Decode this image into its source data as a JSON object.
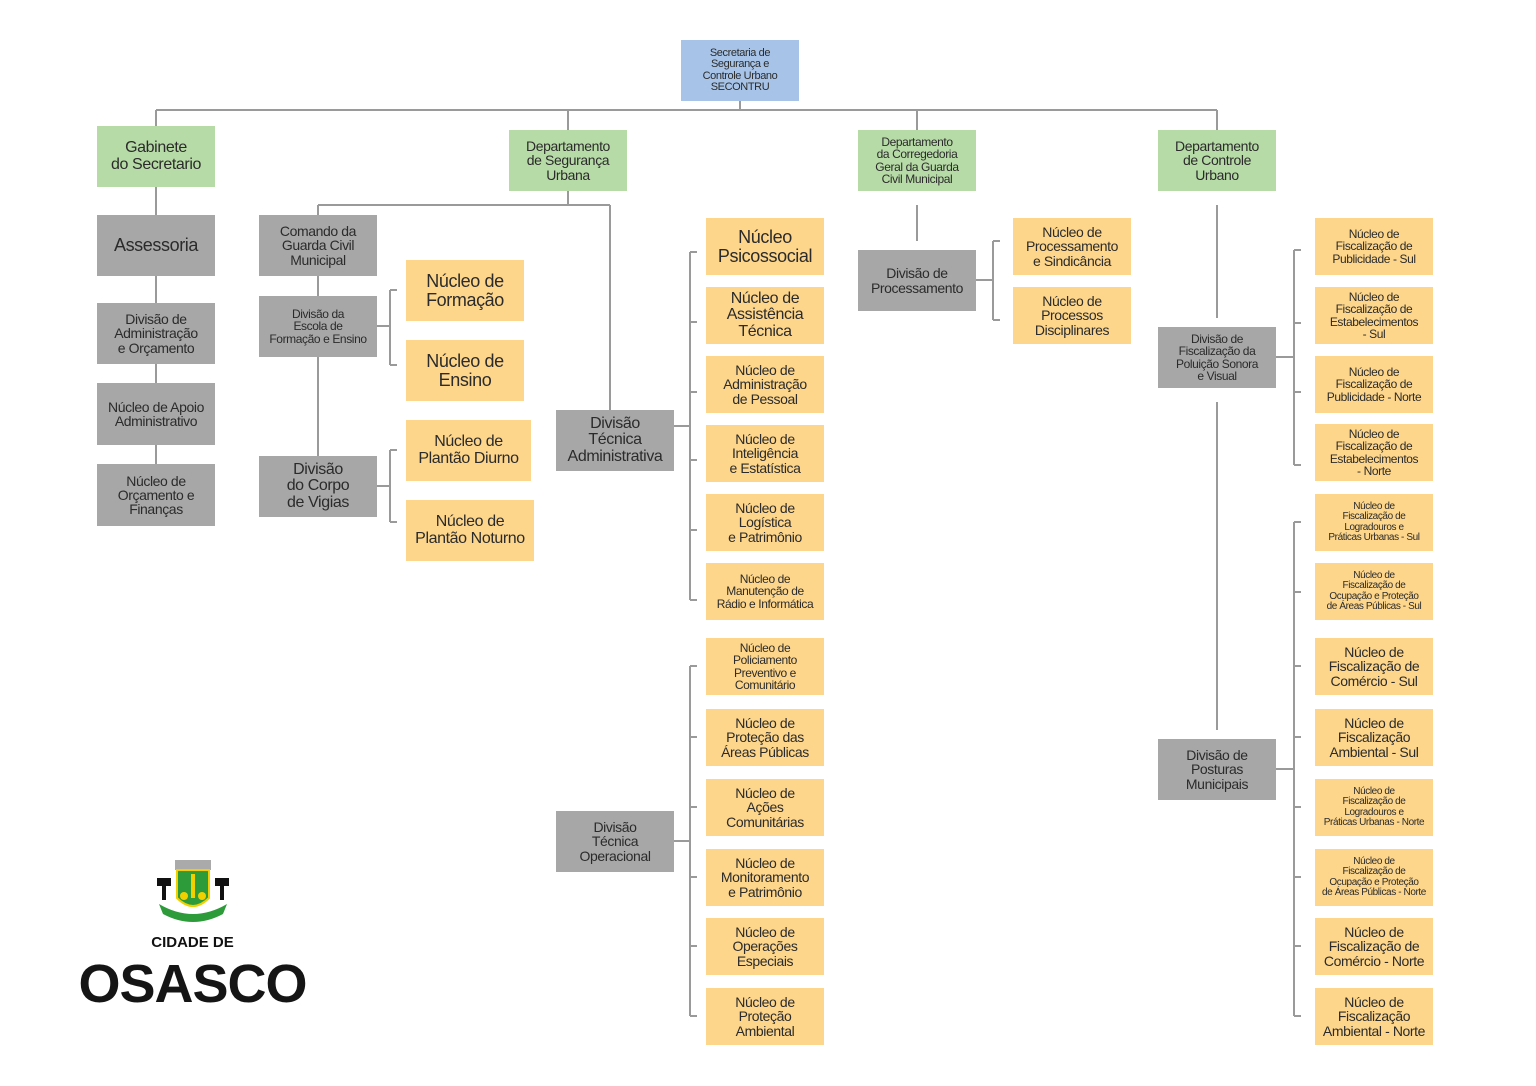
{
  "colors": {
    "root": "#a7c4e8",
    "department": "#b7dba7",
    "division": "#a7a7a7",
    "nucleus": "#fdd68b",
    "line": "#9a9a9a"
  },
  "nodes": {
    "root": "Secretaria de\nSegurança e\nControle Urbano\nSECONTRU",
    "gabinete": "Gabinete\ndo Secretario",
    "dsu": "Departamento\nde Segurança\nUrbana",
    "dcg": "Departamento\nda Corregedoria\nGeral da Guarda\nCivil Municipal",
    "dcu": "Departamento\nde Controle\nUrbano",
    "assessoria": "Assessoria",
    "div_adm_orc": "Divisão de\nAdministração\ne Orçamento",
    "nuc_apoio": "Núcleo de Apoio\nAdministrativo",
    "nuc_orc_fin": "Núcleo de\nOrçamento e\nFinanças",
    "comando": "Comando da\nGuarda Civil\nMunicipal",
    "div_escola": "Divisão da\nEscola de\nFormação e Ensino",
    "div_vigias": "Divisão\ndo Corpo\nde Vigias",
    "nuc_formacao": "Núcleo de\nFormação",
    "nuc_ensino": "Núcleo de\nEnsino",
    "nuc_diurno": "Núcleo de\nPlantão Diurno",
    "nuc_noturno": "Núcleo de\nPlantão Noturno",
    "div_tec_adm": "Divisão\nTécnica\nAdministrativa",
    "div_tec_op": "Divisão\nTécnica\nOperacional",
    "nuc_psico": "Núcleo\nPsicossocial",
    "nuc_assist": "Núcleo de\nAssistência\nTécnica",
    "nuc_adm_pessoal": "Núcleo de\nAdministração\nde Pessoal",
    "nuc_intel": "Núcleo de\nInteligência\ne Estatística",
    "nuc_logistica": "Núcleo de\nLogística\ne Patrimônio",
    "nuc_manut": "Núcleo de\nManutenção de\nRádio e Informática",
    "nuc_policiamento": "Núcleo de\nPoliciamento\nPreventivo e\nComunitário",
    "nuc_prot_areas": "Núcleo de\nProteção das\nÁreas Públicas",
    "nuc_acoes": "Núcleo de\nAções\nComunitárias",
    "nuc_monit": "Núcleo de\nMonitoramento\ne Patrimônio",
    "nuc_operacoes": "Núcleo de\nOperações\nEspeciais",
    "nuc_prot_amb": "Núcleo de\nProteção\nAmbiental",
    "div_process": "Divisão de\nProcessamento",
    "nuc_proc_sind": "Núcleo de\nProcessamento\ne Sindicância",
    "nuc_proc_disc": "Núcleo de\nProcessos\nDisciplinares",
    "div_poluicao": "Divisão de\nFiscalização da\nPoluição Sonora\ne Visual",
    "div_posturas": "Divisão de\nPosturas\nMunicipais",
    "nf_pub_sul": "Núcleo de\nFiscalização de\nPublicidade - Sul",
    "nf_est_sul": "Núcleo de\nFiscalização de\nEstabelecimentos\n- Sul",
    "nf_pub_norte": "Núcleo de\nFiscalização de\nPublicidade - Norte",
    "nf_est_norte": "Núcleo de\nFiscalização de\nEstabelecimentos\n- Norte",
    "nf_log_sul": "Núcleo de\nFiscalização de\nLogradouros e\nPráticas Urbanas - Sul",
    "nf_ocup_sul": "Núcleo de\nFiscalização de\nOcupação e Proteção\nde Áreas Públicas - Sul",
    "nf_com_sul": "Núcleo de\nFiscalização de\nComércio - Sul",
    "nf_amb_sul": "Núcleo de\nFiscalização\nAmbiental - Sul",
    "nf_log_norte": "Núcleo de\nFiscalização de\nLogradouros e\nPráticas Urbanas - Norte",
    "nf_ocup_norte": "Núcleo de\nFiscalização de\nOcupação e Proteção\nde Áreas Públicas - Norte",
    "nf_com_norte": "Núcleo de\nFiscalização de\nComércio - Norte",
    "nf_amb_norte": "Núcleo de\nFiscalização\nAmbiental - Norte"
  },
  "logo": {
    "line1": "CIDADE DE",
    "line2": "OSASCO"
  }
}
